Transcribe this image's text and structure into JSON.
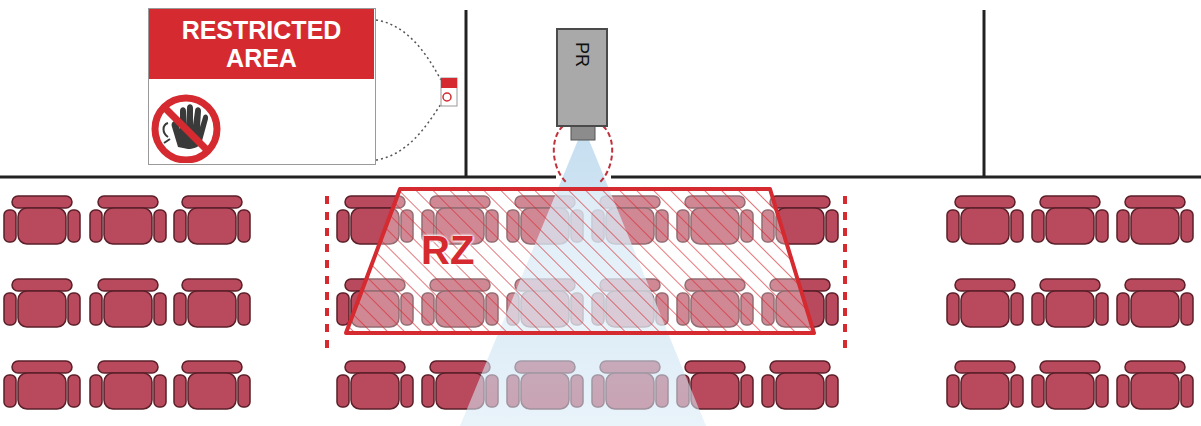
{
  "diagram": {
    "nodes": [
      {
        "text": [
          "RESTRICTED AREA"
        ]
      },
      {
        "text": [
          "PR"
        ]
      },
      {
        "text": [
          "RZ"
        ]
      }
    ]
  }
}
